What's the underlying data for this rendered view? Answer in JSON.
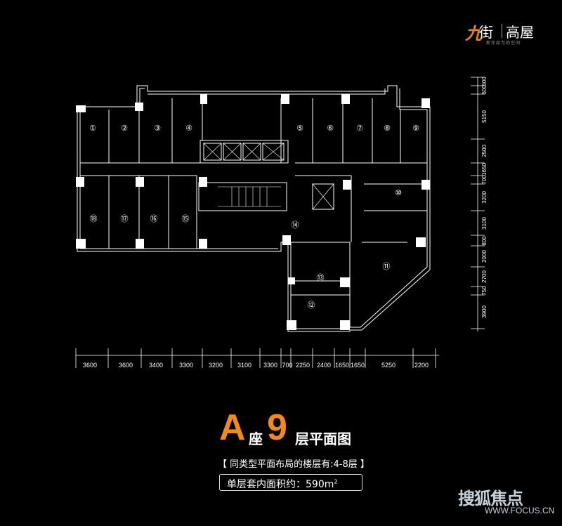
{
  "brand": {
    "mark": "九",
    "mark2": "街",
    "name": "高屋",
    "tagline": "新作品为的空间"
  },
  "title": {
    "letter": "A",
    "zuo": "座",
    "floor": "9",
    "rest": "层平面图"
  },
  "note": "【 同类型平面布局的楼层有:4-8层 】",
  "area": {
    "label": "单层套内面积约：590m",
    "sup": "2"
  },
  "watermark": {
    "line1": "搜狐焦点",
    "line2": "WWW.FOCUS.CN"
  },
  "dimensions_bottom": [
    "3600",
    "3600",
    "3400",
    "3300",
    "3200",
    "3100",
    "3300",
    "700",
    "2250",
    "2400",
    "1650",
    "1650",
    "5250",
    "2200"
  ],
  "dimensions_right": [
    "600",
    "600",
    "5150",
    "2500",
    "1650",
    "700",
    "3200",
    "3100",
    "800",
    "2000",
    "2700",
    "750",
    "3900"
  ],
  "units": [
    {
      "id": "1",
      "label": "①"
    },
    {
      "id": "2",
      "label": "②"
    },
    {
      "id": "3",
      "label": "③"
    },
    {
      "id": "4",
      "label": "④"
    },
    {
      "id": "5",
      "label": "⑤"
    },
    {
      "id": "6",
      "label": "⑥"
    },
    {
      "id": "7",
      "label": "⑦"
    },
    {
      "id": "8",
      "label": "⑧"
    },
    {
      "id": "9",
      "label": "⑨"
    },
    {
      "id": "10",
      "label": "⑩"
    },
    {
      "id": "11",
      "label": "⑪"
    },
    {
      "id": "12",
      "label": "⑫"
    },
    {
      "id": "13",
      "label": "⑬"
    },
    {
      "id": "14",
      "label": "⑭"
    },
    {
      "id": "15",
      "label": "⑮"
    },
    {
      "id": "16",
      "label": "⑯"
    },
    {
      "id": "17",
      "label": "⑰"
    },
    {
      "id": "18",
      "label": "⑱"
    }
  ],
  "colors": {
    "background": "#000000",
    "accent": "#f08a1c",
    "line": "#ffffff"
  }
}
